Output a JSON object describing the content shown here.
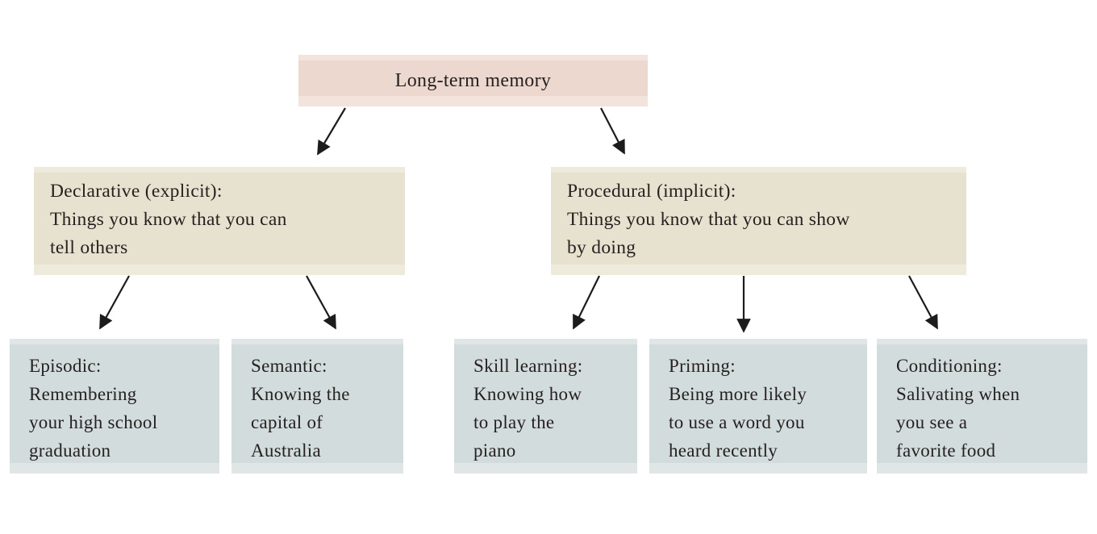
{
  "diagram": {
    "root": {
      "label": "Long-term memory"
    },
    "branches": [
      {
        "name": "declarative",
        "lines": [
          "Declarative (explicit):",
          "Things you know that you can",
          "tell others"
        ]
      },
      {
        "name": "procedural",
        "lines": [
          "Procedural (implicit):",
          "Things you know that you can show",
          "by doing"
        ]
      }
    ],
    "leaves": [
      {
        "name": "episodic",
        "lines": [
          "Episodic:",
          "Remembering",
          "your high school",
          "graduation"
        ]
      },
      {
        "name": "semantic",
        "lines": [
          "Semantic:",
          "Knowing the",
          "capital of",
          "Australia"
        ]
      },
      {
        "name": "skill-learning",
        "lines": [
          "Skill learning:",
          "Knowing how",
          "to play the",
          "piano"
        ]
      },
      {
        "name": "priming",
        "lines": [
          "Priming:",
          "Being more likely",
          "to use a word you",
          "heard recently"
        ]
      },
      {
        "name": "conditioning",
        "lines": [
          "Conditioning:",
          "Salivating when",
          "you see a",
          "favorite food"
        ]
      }
    ],
    "colors": {
      "root_fill": "#ecd8ce",
      "branch_fill": "#e7e2cf",
      "leaf_fill": "#d3dcdc",
      "text": "#262120",
      "arrow": "#1c1c1c",
      "background": "#ffffff"
    }
  }
}
